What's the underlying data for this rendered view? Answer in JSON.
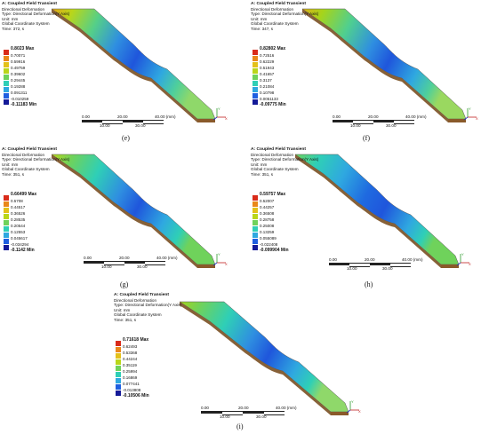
{
  "colors": [
    "#d92b1a",
    "#e9881a",
    "#e3c11a",
    "#b9d61a",
    "#6fd25b",
    "#2fcfb6",
    "#2fa8e0",
    "#1f5fe0",
    "#141a98"
  ],
  "panels": [
    {
      "id": "e",
      "header": {
        "title": "A: Coupled Field Transient",
        "l1": "Directional Deformation",
        "l2": "Type: Directional Deformation(Y Axis)",
        "l3": "Unit: mm",
        "l4": "Global Coordinate System",
        "l5": "Time: 372, s"
      },
      "legend": {
        "max": "0.8023 Max",
        "values": [
          "0.70071",
          "0.59916",
          "0.49759",
          "0.39602",
          "0.29445",
          "0.19288",
          "0.091311",
          "-0.010259"
        ],
        "min": "-0.11183 Min"
      },
      "scale": {
        "t0": "0.00",
        "t20": "20.00",
        "t40": "40.00 (mm)",
        "t10": "10.00",
        "t30": "30.00"
      },
      "caption": "(e)"
    },
    {
      "id": "f",
      "header": {
        "title": "A: Coupled Field Transient",
        "l1": "Directional Deformation",
        "l2": "Type: Directional Deformation(Y Axis)",
        "l3": "Unit: mm",
        "l4": "Global Coordinate System",
        "l5": "Time: 347, s"
      },
      "legend": {
        "max": "0.82802 Max",
        "values": [
          "0.72516",
          "0.62229",
          "0.51943",
          "0.41657",
          "0.3137",
          "0.21084",
          "0.10798",
          "0.0051133"
        ],
        "min": "-0.09775 Min"
      },
      "scale": {
        "t0": "0.00",
        "t20": "20.00",
        "t40": "40.00 (mm)",
        "t10": "10.00",
        "t30": "30.00"
      },
      "caption": "(f)"
    },
    {
      "id": "g",
      "header": {
        "title": "A: Coupled Field Transient",
        "l1": "Directional Deformation",
        "l2": "Type: Directional Deformation(Y Axis)",
        "l3": "Unit: mm",
        "l4": "Global Coordinate System",
        "l5": "Time: 351, s"
      },
      "legend": {
        "max": "0.66499 Max",
        "values": [
          "0.5708",
          "0.44517",
          "0.36526",
          "0.28535",
          "0.20544",
          "0.12553",
          "0.045617",
          "-0.034294"
        ],
        "min": "-0.1142 Min"
      },
      "scale": {
        "t0": "0.00",
        "t20": "20.00",
        "t40": "40.00 (mm)",
        "t10": "10.00",
        "t30": "30.00"
      },
      "caption": "(g)"
    },
    {
      "id": "h",
      "header": {
        "title": "A: Coupled Field Transient",
        "l1": "Directional Deformation",
        "l2": "Type: Directional Deformation(Y Axis)",
        "l3": "Unit: mm",
        "l4": "Global Coordinate System",
        "l5": "Time: 351, s"
      },
      "legend": {
        "max": "0.59757 Max",
        "values": [
          "0.52007",
          "0.44257",
          "0.36508",
          "0.28758",
          "0.25008",
          "0.13259",
          "0.055089",
          "-0.022408"
        ],
        "min": "-0.099904 Min"
      },
      "scale": {
        "t0": "0.00",
        "t20": "20.00",
        "t40": "40.00 (mm)",
        "t10": "10.00",
        "t30": "30.00"
      },
      "caption": "(h)"
    },
    {
      "id": "i",
      "header": {
        "title": "A: Coupled Field Transient",
        "l1": "Directional Deformation",
        "l2": "Type: Directional Deformation(Y Axis)",
        "l3": "Unit: mm",
        "l4": "Global Coordinate System",
        "l5": "Time: 351, s"
      },
      "legend": {
        "max": "0.71618 Max",
        "values": [
          "0.62493",
          "0.53368",
          "0.44244",
          "0.35119",
          "0.25994",
          "0.16869",
          "0.077441",
          "-0.013808"
        ],
        "min": "-0.10506 Min"
      },
      "scale": {
        "t0": "0.00",
        "t20": "20.00",
        "t40": "40.00 (mm)",
        "t10": "10.00",
        "t30": "30.00"
      },
      "caption": "(i)"
    }
  ]
}
